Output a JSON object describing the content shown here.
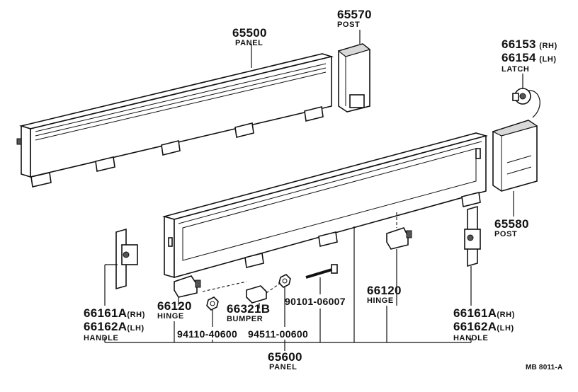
{
  "diagram": {
    "drawing_code": "MB 8011-A",
    "callouts": [
      {
        "id": "panel-upper",
        "number": "65500",
        "name": "PANEL"
      },
      {
        "id": "post-upper",
        "number": "65570",
        "name": "POST"
      },
      {
        "id": "latch",
        "number_rh": "66153",
        "side_rh": "(RH)",
        "number_lh": "66154",
        "side_lh": "(LH)",
        "name": "LATCH"
      },
      {
        "id": "post-right",
        "number": "65580",
        "name": "POST"
      },
      {
        "id": "hinge-right",
        "number": "66120",
        "name": "HINGE"
      },
      {
        "id": "hinge-left",
        "number": "66120",
        "name": "HINGE"
      },
      {
        "id": "handle-left",
        "number_rh": "66161A",
        "side_rh": "(RH)",
        "number_lh": "66162A",
        "side_lh": "(LH)",
        "name": "HANDLE"
      },
      {
        "id": "handle-right",
        "number_rh": "66161A",
        "side_rh": "(RH)",
        "number_lh": "66162A",
        "side_lh": "(LH)",
        "name": "HANDLE"
      },
      {
        "id": "bumper",
        "number": "66321B",
        "name": "BUMPER"
      },
      {
        "id": "bolt",
        "number": "90101-06007"
      },
      {
        "id": "nut-left",
        "number": "94110-40600"
      },
      {
        "id": "nut-right",
        "number": "94511-00600"
      },
      {
        "id": "panel-lower",
        "number": "65600",
        "name": "PANEL"
      }
    ]
  }
}
